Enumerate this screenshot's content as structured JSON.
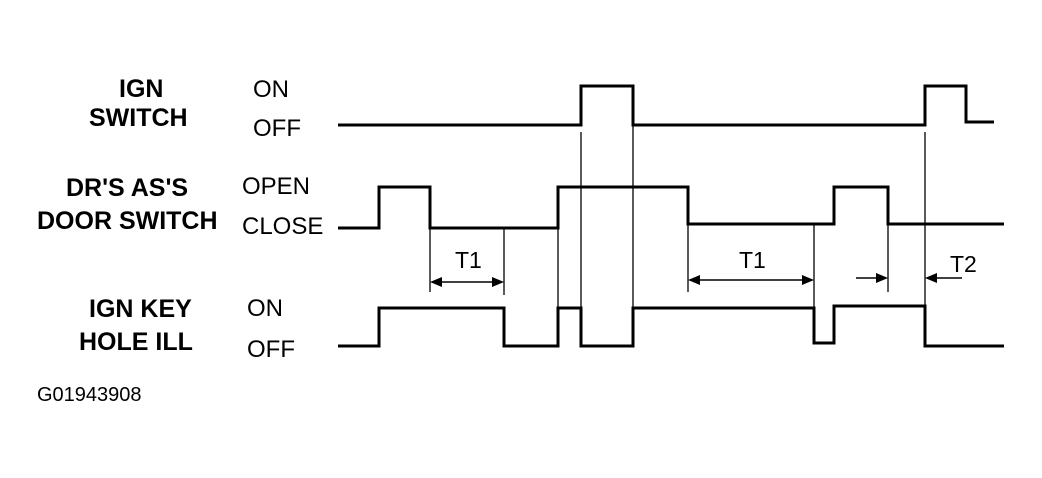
{
  "signals": [
    {
      "id": "ign-switch",
      "label_lines": [
        "IGN",
        "SWITCH"
      ],
      "high": "ON",
      "low": "OFF"
    },
    {
      "id": "door-switch",
      "label_lines": [
        "DR'S AS'S",
        "DOOR SWITCH"
      ],
      "high": "OPEN",
      "low": "CLOSE"
    },
    {
      "id": "key-hole-ill",
      "label_lines": [
        "IGN KEY",
        "HOLE ILL"
      ],
      "high": "ON",
      "low": "OFF"
    }
  ],
  "intervals": [
    {
      "label": "T1"
    },
    {
      "label": "T1"
    },
    {
      "label": "T2"
    }
  ],
  "figure_id": "G01943908"
}
